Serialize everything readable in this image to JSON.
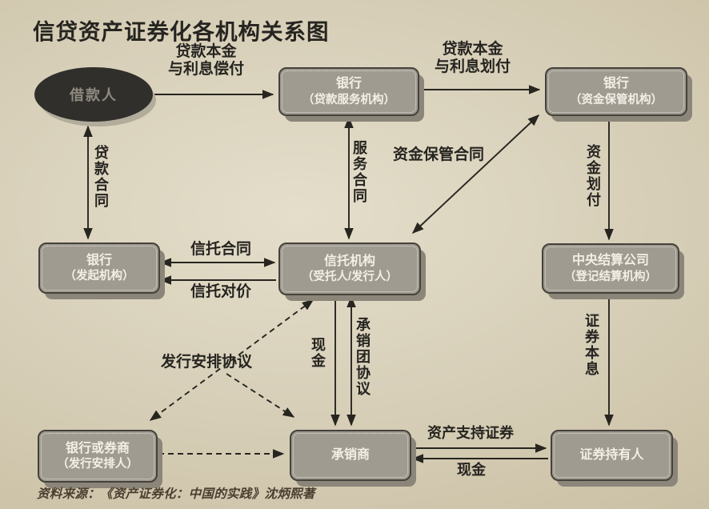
{
  "title": "信贷资产证券化各机构关系图",
  "source_note": "资料来源：《资产证券化：中国的实践》沈炳熙著",
  "colors": {
    "paper": "#d7cfb8",
    "node_fill": "#a09b90",
    "node_text": "#f2efe6",
    "ellipse_fill": "#302f2b",
    "ink": "#27251f"
  },
  "nodes": {
    "borrower": {
      "line1": "借款人",
      "line2": ""
    },
    "loan_service_bank": {
      "line1": "银行",
      "line2": "（贷款服务机构）"
    },
    "custodian_bank": {
      "line1": "银行",
      "line2": "（资金保管机构）"
    },
    "originator_bank": {
      "line1": "银行",
      "line2": "（发起机构）"
    },
    "trust": {
      "line1": "信托机构",
      "line2": "（受托人/发行人）"
    },
    "clearing": {
      "line1": "中央结算公司",
      "line2": "（登记结算机构）"
    },
    "arranger": {
      "line1": "银行或券商",
      "line2": "（发行安排人）"
    },
    "underwriter": {
      "line1": "承销商",
      "line2": ""
    },
    "holders": {
      "line1": "证券持有人",
      "line2": ""
    }
  },
  "edge_labels": {
    "loan_repay": {
      "line1": "贷款本金",
      "line2": "与利息偿付"
    },
    "loan_transfer": {
      "line1": "贷款本金",
      "line2": "与利息划付"
    },
    "loan_contract": "贷款合同",
    "service_contract": "服务合同",
    "custody_contract": "资金保管合同",
    "fund_transfer": "资金划付",
    "trust_contract": "信托合同",
    "trust_consideration": "信托对价",
    "securities_pi": "证券本息",
    "cash_mid": "现金",
    "underwriting_agreement": "承销团协议",
    "issue_arrangement": "发行安排协议",
    "abs": "资产支持证券",
    "cash_bottom": "现金"
  }
}
